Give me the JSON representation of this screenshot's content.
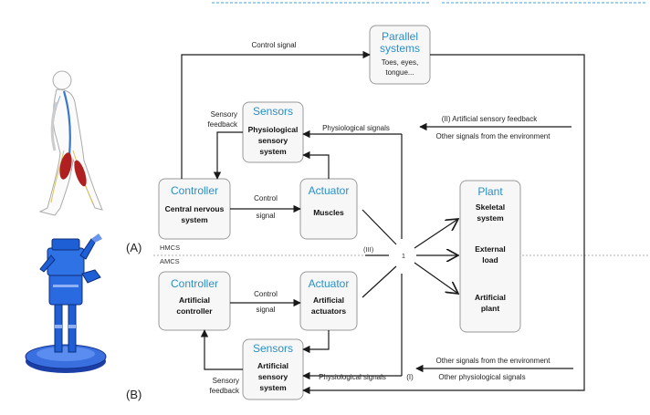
{
  "top_decoration": {
    "color": "#7fc4e8"
  },
  "section_labels": {
    "a": "(A)",
    "b": "(B)",
    "hmcs": "HMCS",
    "amcs": "AMCS"
  },
  "parallel_systems": {
    "title_line1": "Parallel",
    "title_line2": "systems",
    "body_line1": "Toes, eyes,",
    "body_line2": "tongue..."
  },
  "sensors_a": {
    "title": "Sensors",
    "line1": "Physiological",
    "line2": "sensory",
    "line3": "system"
  },
  "controller_a": {
    "title": "Controller",
    "line1": "Central nervous",
    "line2": "system"
  },
  "actuator_a": {
    "title": "Actuator",
    "line1": "Muscles"
  },
  "plant": {
    "title": "Plant",
    "item1_line1": "Skeletal",
    "item1_line2": "system",
    "item2_line1": "External",
    "item2_line2": "load",
    "item3_line1": "Artificial",
    "item3_line2": "plant"
  },
  "controller_b": {
    "title": "Controller",
    "line1": "Artificial",
    "line2": "controller"
  },
  "actuator_b": {
    "title": "Actuator",
    "line1": "Artificial",
    "line2": "actuators"
  },
  "sensors_b": {
    "title": "Sensors",
    "line1": "Artificial",
    "line2": "sensory",
    "line3": "system"
  },
  "signals": {
    "control_signal_top": "Control signal",
    "sensory_feedback_a_line1": "Sensory",
    "sensory_feedback_a_line2": "feedback",
    "physiological_signals_a": "Physiological signals",
    "artificial_sensory_feedback": "(II) Artificial sensory feedback",
    "other_env_a": "Other signals from the environment",
    "control_signal_a_line1": "Control",
    "control_signal_a_line2": "signal",
    "control_signal_b_line1": "Control",
    "control_signal_b_line2": "signal",
    "marker_iii": "(III)",
    "marker_1": "1",
    "other_env_b": "Other signals from the environment",
    "other_physiological": "Other physiological signals",
    "physiological_signals_b": "Physiological signals",
    "marker_i": "(I)",
    "sensory_feedback_b_line1": "Sensory",
    "sensory_feedback_b_line2": "feedback"
  },
  "colors": {
    "title_blue": "#2a8fc4",
    "box_fill": "#f7f7f7",
    "box_stroke": "#9a9a9a",
    "line": "#1a1a1a",
    "robot_blue": "#1f5fd6",
    "muscle_red": "#b02020",
    "nerve_blue": "#3a78c8"
  }
}
